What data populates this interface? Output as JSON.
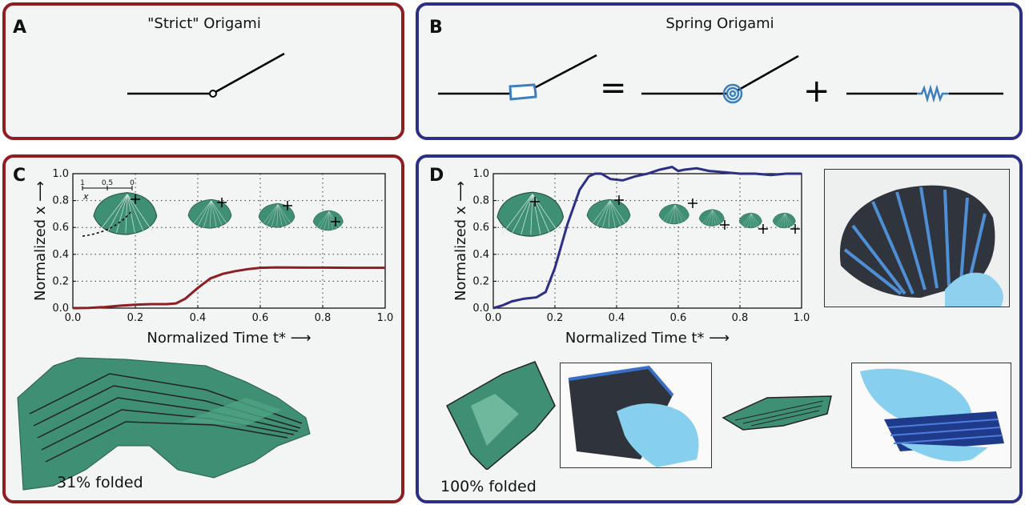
{
  "panels": {
    "A": {
      "label": "A",
      "title": "\"Strict\" Origami"
    },
    "B": {
      "label": "B",
      "title": "Spring Origami",
      "equals": "=",
      "plus": "+"
    },
    "C": {
      "label": "C",
      "caption": "31% folded"
    },
    "D": {
      "label": "D",
      "caption": "100% folded"
    }
  },
  "colors": {
    "red_frame": "#8f1e22",
    "blue_frame": "#2c2f86",
    "accent_blue": "#3c7fc0",
    "origami_green": "#3f8f74"
  },
  "chart_data": [
    {
      "type": "line",
      "panel": "C",
      "xlabel": "Normalized Time t* ⟶",
      "ylabel": "Normalized x ⟶",
      "xlim": [
        0.0,
        1.0
      ],
      "ylim": [
        0.0,
        1.0
      ],
      "xticks": [
        "0.0",
        "0.2",
        "0.4",
        "0.6",
        "0.8",
        "1.0"
      ],
      "yticks": [
        "0.0",
        "0.2",
        "0.4",
        "0.6",
        "0.8",
        "1.0"
      ],
      "grid": true,
      "color": "#8f1e22",
      "x": [
        0.0,
        0.05,
        0.1,
        0.15,
        0.2,
        0.25,
        0.3,
        0.33,
        0.36,
        0.4,
        0.44,
        0.48,
        0.52,
        0.56,
        0.6,
        0.65,
        0.7,
        0.8,
        0.9,
        1.0
      ],
      "y": [
        0.0,
        0.002,
        0.008,
        0.018,
        0.025,
        0.03,
        0.03,
        0.035,
        0.07,
        0.15,
        0.22,
        0.255,
        0.275,
        0.29,
        0.3,
        0.303,
        0.302,
        0.301,
        0.3,
        0.3
      ],
      "inset_ticks": [
        "1",
        "0.5",
        "0"
      ],
      "inset_var": "x"
    },
    {
      "type": "line",
      "panel": "D",
      "xlabel": "Normalized Time t* ⟶",
      "ylabel": "Normalized x ⟶",
      "xlim": [
        0.0,
        1.0
      ],
      "ylim": [
        0.0,
        1.0
      ],
      "xticks": [
        "0.0",
        "0.2",
        "0.4",
        "0.6",
        "0.8",
        "1.0"
      ],
      "yticks": [
        "0.0",
        "0.2",
        "0.4",
        "0.6",
        "0.8",
        "1.0"
      ],
      "grid": true,
      "color": "#2c2f86",
      "x": [
        0.0,
        0.03,
        0.06,
        0.1,
        0.14,
        0.17,
        0.2,
        0.24,
        0.28,
        0.31,
        0.33,
        0.35,
        0.38,
        0.42,
        0.46,
        0.5,
        0.54,
        0.58,
        0.6,
        0.62,
        0.66,
        0.7,
        0.75,
        0.8,
        0.85,
        0.9,
        0.95,
        1.0
      ],
      "y": [
        0.0,
        0.02,
        0.05,
        0.07,
        0.08,
        0.12,
        0.3,
        0.62,
        0.88,
        0.98,
        1.0,
        1.0,
        0.96,
        0.95,
        0.98,
        1.0,
        1.03,
        1.05,
        1.02,
        1.03,
        1.04,
        1.02,
        1.01,
        1.0,
        1.0,
        0.99,
        1.0,
        1.0
      ]
    }
  ]
}
